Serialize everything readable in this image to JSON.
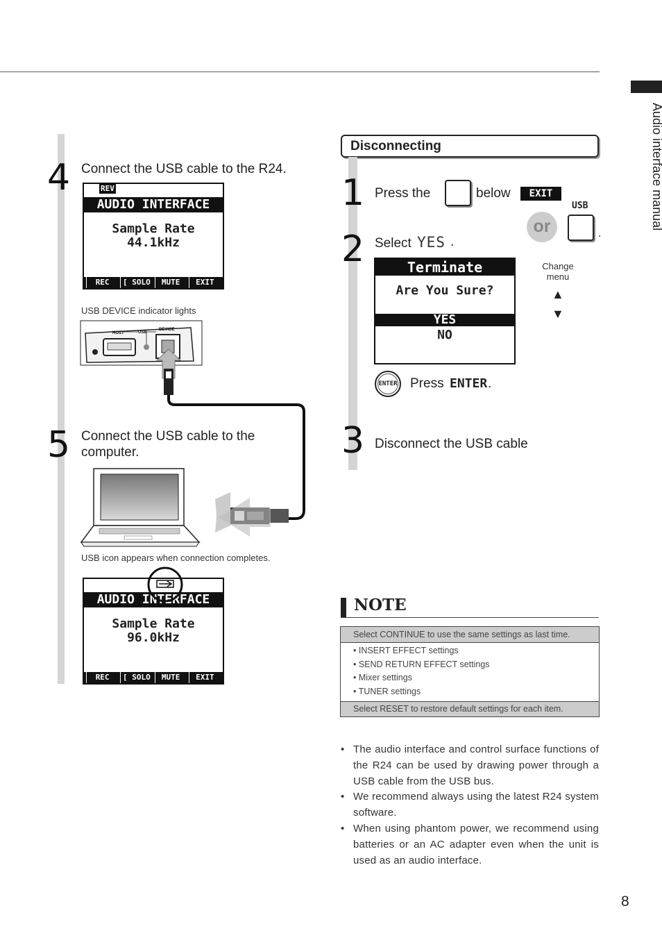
{
  "side_tab": "Audio interface manual",
  "page_number": "8",
  "left": {
    "step4": {
      "num": "4",
      "text": "Connect the USB cable to the R24."
    },
    "lcd1": {
      "rev": "REV",
      "title": "AUDIO INTERFACE",
      "line1": "Sample Rate",
      "line2": "44.1kHz",
      "fn": [
        "REC",
        "[ SOLO ]",
        "MUTE",
        "EXIT"
      ]
    },
    "usb_caption": "USB DEVICE indicator lights",
    "panel_labels": {
      "host": "HOST",
      "usb": "USB",
      "device": "DEVICE"
    },
    "step5": {
      "num": "5",
      "text": "Connect the USB cable to the computer."
    },
    "usb_icon_caption": "USB icon appears when connection completes.",
    "lcd2": {
      "title": "AUDIO INTERFACE",
      "line1": "Sample Rate",
      "line2": "96.0kHz",
      "fn": [
        "REC",
        "[ SOLO ]",
        "MUTE",
        "EXIT"
      ]
    }
  },
  "right": {
    "section_title": "Disconnecting",
    "step1": {
      "num": "1",
      "press_the": "Press the",
      "below": "below",
      "exit_label": "EXIT",
      "or": "or",
      "usb_label": "USB"
    },
    "step2": {
      "num": "2",
      "select": "Select",
      "yes": "YES",
      "period": "."
    },
    "lcd3": {
      "title": "Terminate",
      "question": "Are You Sure?",
      "yes": "YES",
      "no": "NO"
    },
    "change_menu": "Change menu",
    "arrow_up": "▲",
    "arrow_down": "▼",
    "enter_icon": "ENTER",
    "press_enter_prefix": "Press",
    "press_enter_key": "ENTER",
    "step3": {
      "num": "3",
      "text": "Disconnect the USB cable"
    }
  },
  "note": {
    "title": "NOTE",
    "header": "Select CONTINUE to use the same settings as last time.",
    "items": [
      "• INSERT EFFECT settings",
      "• SEND RETURN EFFECT settings",
      "• Mixer settings",
      "• TUNER settings"
    ],
    "footer": "Select RESET to restore default settings for each item."
  },
  "bullets": [
    "The audio interface and control surface functions of the R24 can be used by drawing power through  a USB cable from the USB bus.",
    "We recommend always using the latest R24 system software.",
    "When using phantom power, we recommend using batteries or an AC adapter even when the unit is used as an audio interface."
  ]
}
